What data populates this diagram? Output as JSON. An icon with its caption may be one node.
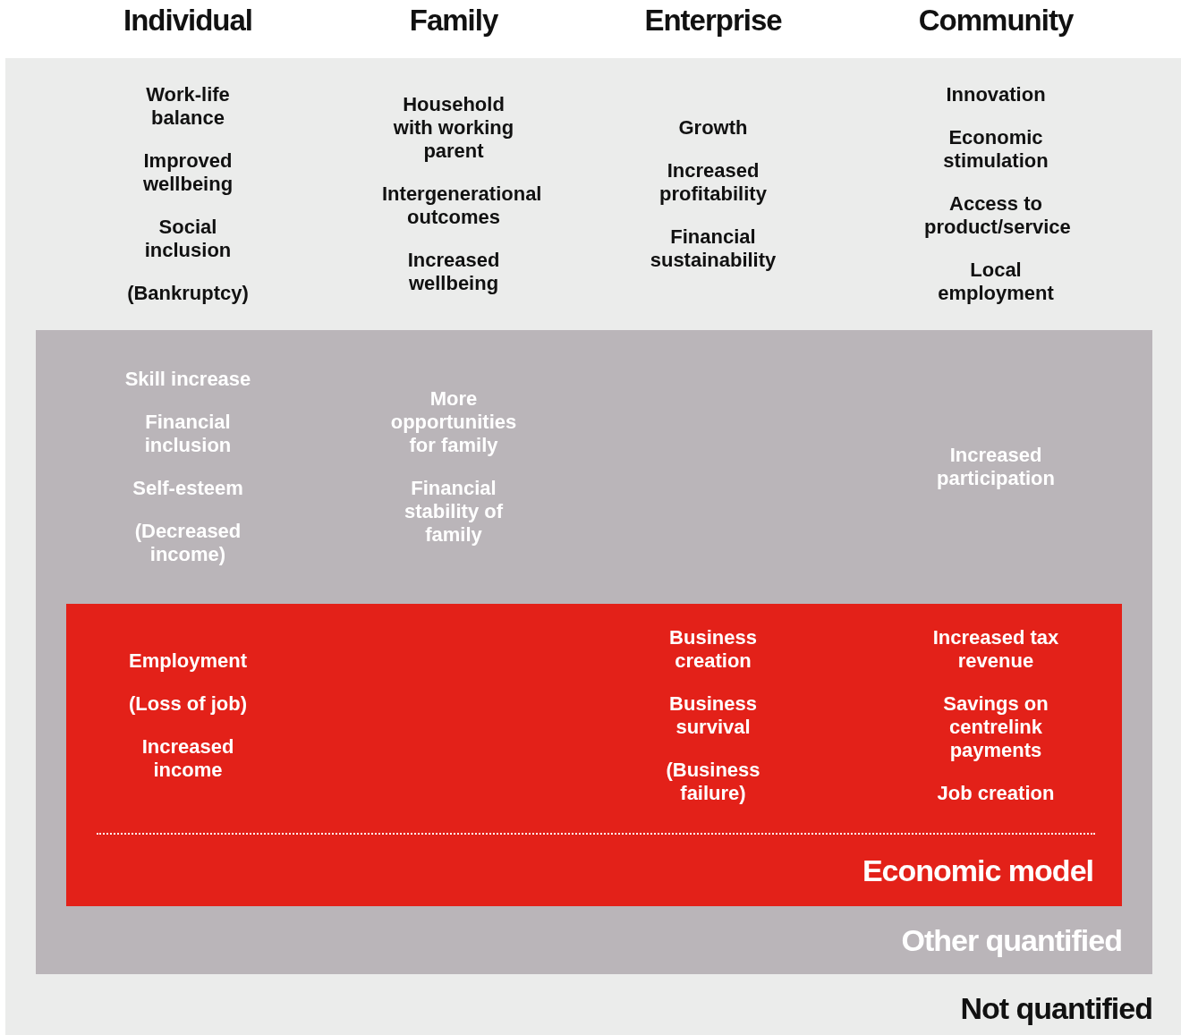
{
  "diagram": {
    "nodes": [
      {
        "text": [
          "Not quantified",
          "Work-life balance",
          "Improved wellbeing",
          "Social inclusion",
          "(Bankruptcy)",
          "Household with working parent",
          "Intergenerational outcomes",
          "Increased wellbeing",
          "Growth",
          "Increased profitability",
          "Financial sustainability",
          "Innovation",
          "Economic stimulation",
          "Access to product/service",
          "Local employment"
        ]
      },
      {
        "text": [
          "Other quantified",
          "Skill increase",
          "Financial inclusion",
          "Self-esteem",
          "(Decreased income)",
          "More opportunities for family",
          "Financial stability of family",
          "Increased participation"
        ],
        "in": 0
      },
      {
        "text": [
          "Economic model",
          "Employment",
          "(Loss of job)",
          "Increased income",
          "Business creation",
          "Business survival",
          "(Business failure)",
          "Increased tax revenue",
          "Savings on centrelink payments",
          "Job creation"
        ],
        "in": 1
      }
    ],
    "labels": [
      "Individual",
      "Family",
      "Enterprise",
      "Community"
    ]
  }
}
